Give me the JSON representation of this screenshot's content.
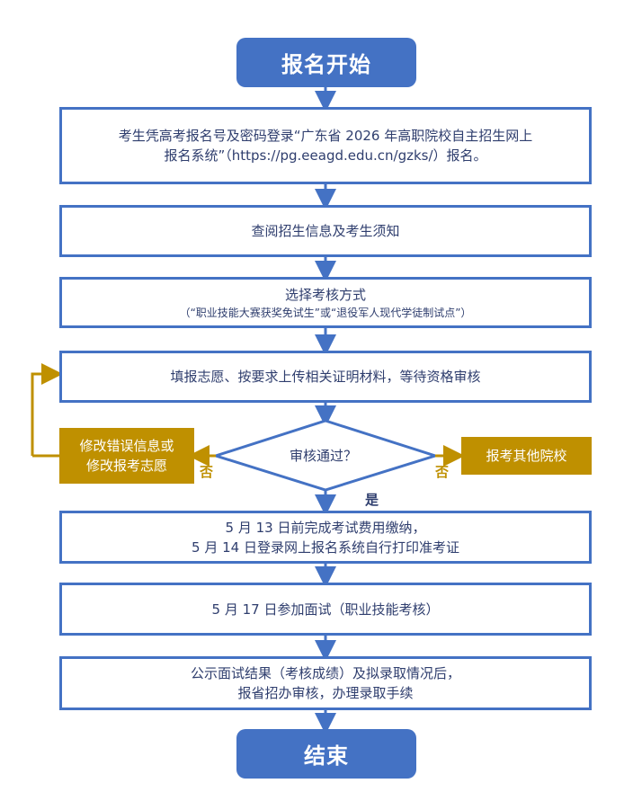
{
  "start": "报名开始",
  "end": "结束",
  "steps": {
    "login": [
      "考生凭高考报名号及密码登录“广东省 2026 年高职院校自主招生网上",
      "报名系统”（https://pg.eeagd.edu.cn/gzks/）报名。"
    ],
    "read": "查阅招生信息及考生须知",
    "choose_title": "选择考核方式",
    "choose_sub": "（“职业技能大赛获奖免试生”或“退役军人现代学徒制试点”）",
    "fill": "填报志愿、按要求上传相关证明材料，等待资格审核",
    "fee": [
      "5 月 13 日前完成考试费用缴纳，",
      "5 月 14 日登录网上报名系统自行打印准考证"
    ],
    "interview": "5 月 17 日参加面试（职业技能考核）",
    "result": [
      "公示面试结果（考核成绩）及拟录取情况后，",
      "报省招办审核，办理录取手续"
    ]
  },
  "decision": "审核通过？",
  "left_box": [
    "修改错误信息或",
    "修改报考志愿"
  ],
  "right_box": "报考其他院校",
  "labels": {
    "no_left": "否",
    "no_right": "否",
    "yes": "是"
  },
  "colors": {
    "primary": "#4472c4",
    "gold": "#bf9000",
    "text": "#2f3e6e"
  }
}
